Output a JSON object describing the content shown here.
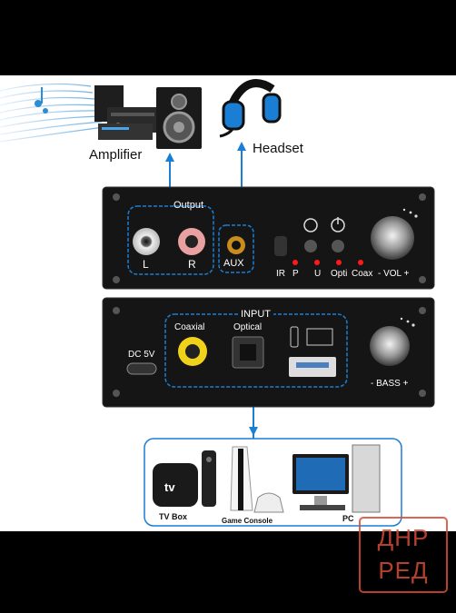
{
  "top_labels": {
    "amplifier": "Amplifier",
    "headset": "Headset"
  },
  "top_panel": {
    "group_label": "Output",
    "jacks": [
      "L",
      "R",
      "AUX"
    ],
    "indicators": [
      "IR",
      "P",
      "U",
      "Opti",
      "Coax"
    ],
    "volume_label": "- VOL +"
  },
  "bottom_panel": {
    "group_label": "INPUT",
    "power_label": "DC 5V",
    "ports": [
      "Coaxial",
      "Optical"
    ],
    "bass_label": "- BASS +"
  },
  "sources": [
    "TV Box",
    "Game Console",
    "PC"
  ],
  "apple_tv_mark": "tv",
  "watermark": "ДНР РЕД",
  "colors": {
    "accent": "#1a7fd4",
    "panel": "#141414",
    "led": "#ff1a1a",
    "watermark": "#d84a35"
  }
}
